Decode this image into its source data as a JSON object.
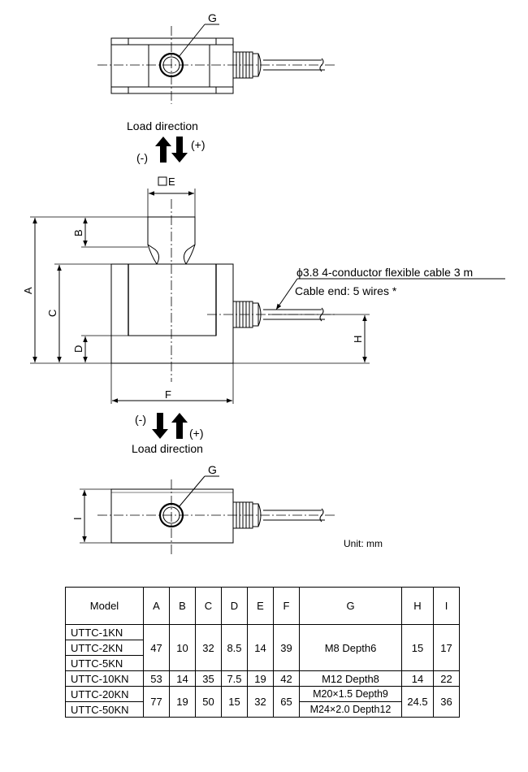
{
  "labels": {
    "g_top": "G",
    "g_bottom": "G",
    "load_direction_top": "Load direction",
    "load_direction_bottom": "Load direction",
    "minus": "(-)",
    "plus": "(+)",
    "dim_e": "E",
    "dim_a": "A",
    "dim_b": "B",
    "dim_c": "C",
    "dim_d": "D",
    "dim_f": "F",
    "dim_h": "H",
    "dim_i": "I",
    "cable_spec": "ϕ3.8  4-conductor flexible cable 3 m",
    "cable_end": "Cable end: 5 wires *",
    "unit": "Unit: mm"
  },
  "table": {
    "headers": [
      "Model",
      "A",
      "B",
      "C",
      "D",
      "E",
      "F",
      "G",
      "H",
      "I"
    ],
    "groups": [
      {
        "models": [
          "UTTC-1KN",
          "UTTC-2KN",
          "UTTC-5KN"
        ],
        "A": "47",
        "B": "10",
        "C": "32",
        "D": "8.5",
        "E": "14",
        "F": "39",
        "G": [
          "M8 Depth6"
        ],
        "H": "15",
        "I": "17"
      },
      {
        "models": [
          "UTTC-10KN"
        ],
        "A": "53",
        "B": "14",
        "C": "35",
        "D": "7.5",
        "E": "19",
        "F": "42",
        "G": [
          "M12 Depth8"
        ],
        "H": "14",
        "I": "22"
      },
      {
        "models": [
          "UTTC-20KN",
          "UTTC-50KN"
        ],
        "A": "77",
        "B": "19",
        "C": "50",
        "D": "15",
        "E": "32",
        "F": "65",
        "G": [
          "M20×1.5 Depth9",
          "M24×2.0 Depth12"
        ],
        "H": "24.5",
        "I": "36"
      }
    ]
  }
}
